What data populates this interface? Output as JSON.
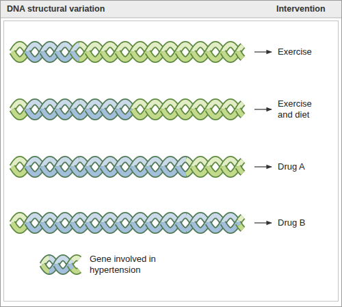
{
  "diagram": {
    "labels": [
      "DNA structural variation",
      "Intervention",
      "Exercise",
      "Exercise and diet",
      "Drug A",
      "Drug B"
    ],
    "legend": [
      {
        "text": "Gene involved in hypertension"
      }
    ]
  }
}
